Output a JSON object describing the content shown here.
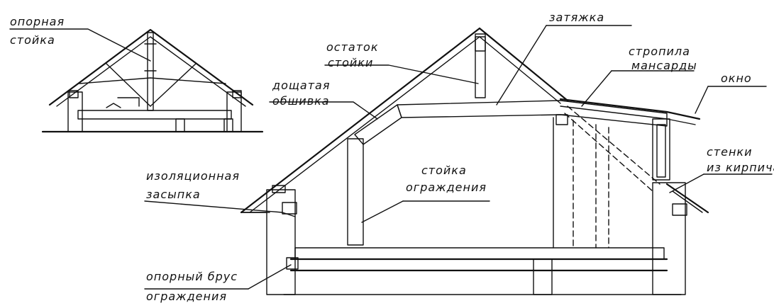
{
  "colors": {
    "ink": "#111111",
    "paper": "#ffffff"
  },
  "labels": {
    "support_post_line1": "опорная",
    "support_post_line2": "стойка",
    "tie_beam": "затяжка",
    "post_remnant_line1": "остаток",
    "post_remnant_line2": "стойки",
    "rafters_line1": "стропила",
    "rafters_line2": "мансарды",
    "window": "окно",
    "plank_sheathing_line1": "дощатая",
    "plank_sheathing_line2": "обшивка",
    "walls_line1": "стенки",
    "walls_line2": "из кирпича",
    "insulation_line1": "изоляционная",
    "insulation_line2": "засыпка",
    "fence_post_line1": "стойка",
    "fence_post_line2": "ограждения",
    "sill_beam_line1": "опорный брус",
    "sill_beam_line2": "ограждения"
  }
}
